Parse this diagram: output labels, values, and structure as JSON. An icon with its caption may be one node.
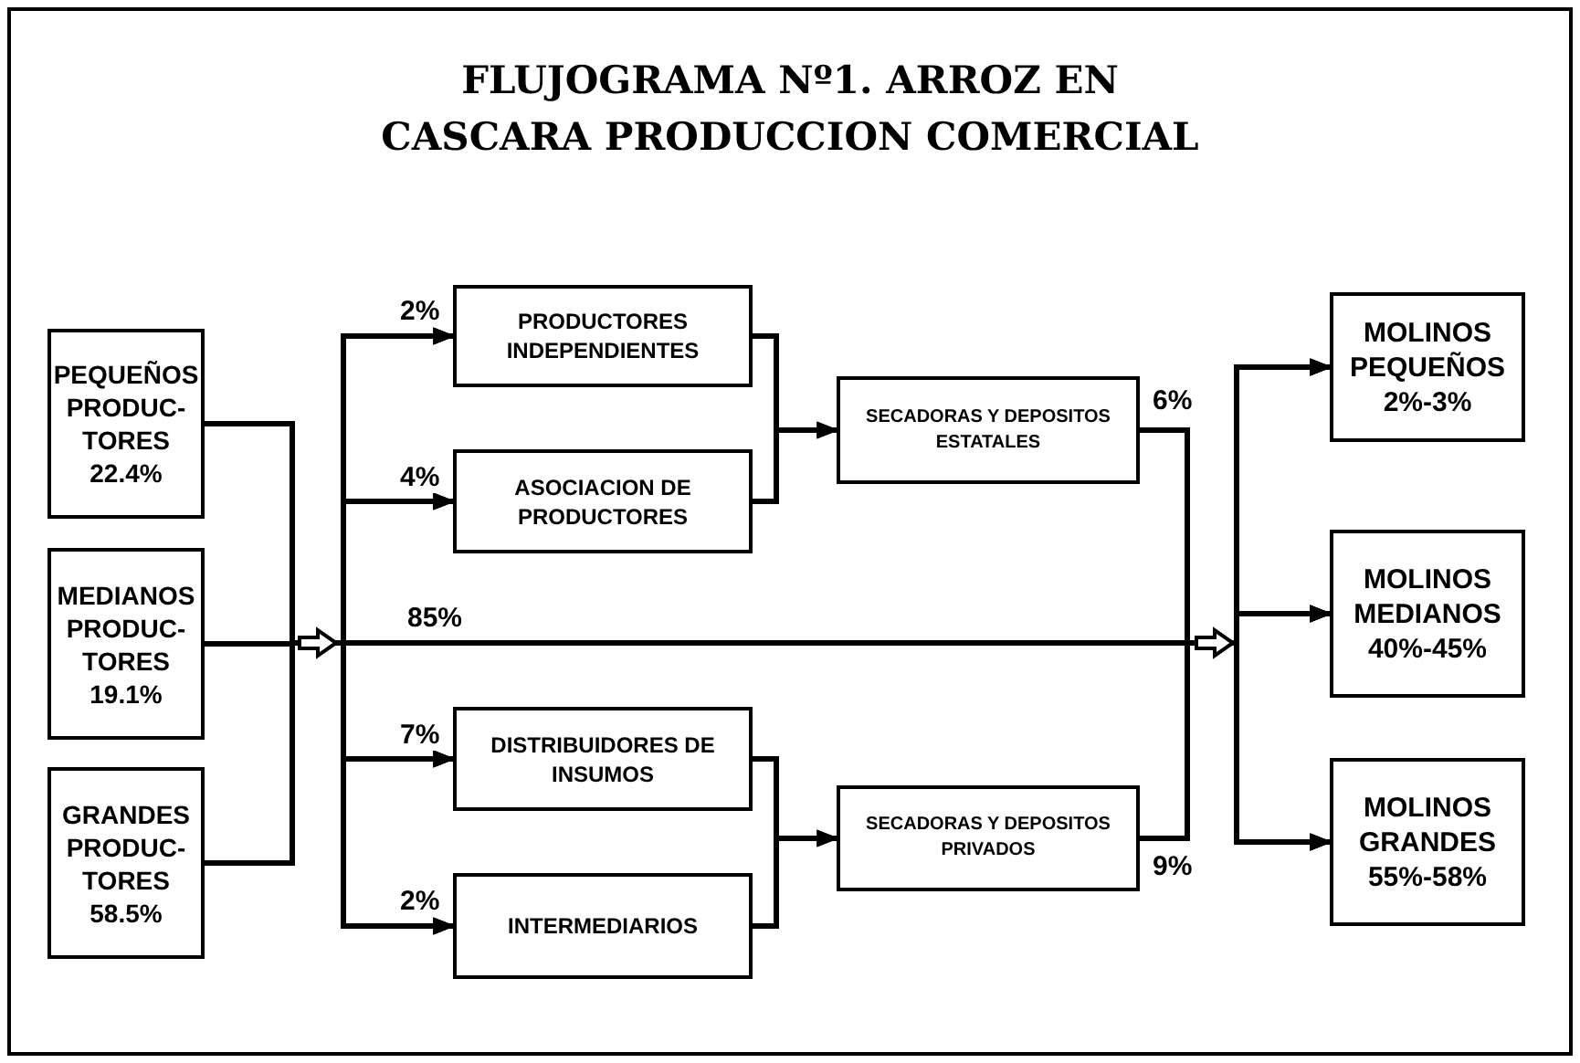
{
  "diagram": {
    "title": "FLUJOGRAMA Nº1. ARROZ EN CASCARA PRODUCCION COMERCIAL",
    "nodes": [
      {
        "text": [
          "PEQUEÑOS PRODUC- TORES",
          "22.4%"
        ]
      },
      {
        "text": [
          "MEDIANOS PRODUC- TORES",
          "19.1%"
        ]
      },
      {
        "text": [
          "GRANDES PRODUC- TORES",
          "58.5%"
        ]
      },
      {
        "text": [
          "PRODUCTORES INDEPENDIENTES"
        ]
      },
      {
        "text": [
          "ASOCIACION DE PRODUCTORES"
        ]
      },
      {
        "text": [
          "DISTRIBUIDORES DE INSUMOS"
        ]
      },
      {
        "text": [
          "INTERMEDIARIOS"
        ]
      },
      {
        "text": [
          "SECADORAS Y DEPOSITOS ESTATALES"
        ]
      },
      {
        "text": [
          "SECADORAS Y DEPOSITOS PRIVADOS"
        ]
      },
      {
        "text": [
          "MOLINOS PEQUEÑOS",
          "2%-3%"
        ]
      },
      {
        "text": [
          "MOLINOS MEDIANOS",
          "40%-45%"
        ]
      },
      {
        "text": [
          "MOLINOS GRANDES",
          "55%-58%"
        ]
      }
    ],
    "edges": [
      {
        "from": 0,
        "to": 3,
        "arrow": "to"
      },
      {
        "from": 1,
        "to": 3,
        "arrow": "to",
        "label": "2%"
      },
      {
        "from": 2,
        "to": 3,
        "arrow": "to"
      },
      {
        "from": 0,
        "to": 4,
        "arrow": "to"
      },
      {
        "from": 1,
        "to": 4,
        "arrow": "to",
        "label": "4%"
      },
      {
        "from": 2,
        "to": 4,
        "arrow": "to"
      },
      {
        "from": 0,
        "to": 9,
        "arrow": "to"
      },
      {
        "from": 0,
        "to": 10,
        "arrow": "to"
      },
      {
        "from": 0,
        "to": 11,
        "arrow": "to"
      },
      {
        "from": 1,
        "to": 9,
        "arrow": "to"
      },
      {
        "from": 1,
        "to": 10,
        "arrow": "to",
        "label": "85%"
      },
      {
        "from": 1,
        "to": 11,
        "arrow": "to"
      },
      {
        "from": 2,
        "to": 9,
        "arrow": "to"
      },
      {
        "from": 2,
        "to": 10,
        "arrow": "to"
      },
      {
        "from": 2,
        "to": 11,
        "arrow": "to"
      },
      {
        "from": 0,
        "to": 5,
        "arrow": "to"
      },
      {
        "from": 1,
        "to": 5,
        "arrow": "to",
        "label": "7%"
      },
      {
        "from": 2,
        "to": 5,
        "arrow": "to"
      },
      {
        "from": 0,
        "to": 6,
        "arrow": "to"
      },
      {
        "from": 1,
        "to": 6,
        "arrow": "to",
        "label": "2%"
      },
      {
        "from": 2,
        "to": 6,
        "arrow": "to"
      },
      {
        "from": 3,
        "to": 7,
        "arrow": "to"
      },
      {
        "from": 4,
        "to": 7,
        "arrow": "to"
      },
      {
        "from": 5,
        "to": 8,
        "arrow": "to"
      },
      {
        "from": 6,
        "to": 8,
        "arrow": "to"
      },
      {
        "from": 7,
        "to": 9,
        "arrow": "to",
        "label": "6%"
      },
      {
        "from": 7,
        "to": 10,
        "arrow": "to"
      },
      {
        "from": 7,
        "to": 11,
        "arrow": "to"
      },
      {
        "from": 8,
        "to": 9,
        "arrow": "to",
        "label": "9%"
      },
      {
        "from": 8,
        "to": 10,
        "arrow": "to"
      },
      {
        "from": 8,
        "to": 11,
        "arrow": "to"
      }
    ]
  }
}
